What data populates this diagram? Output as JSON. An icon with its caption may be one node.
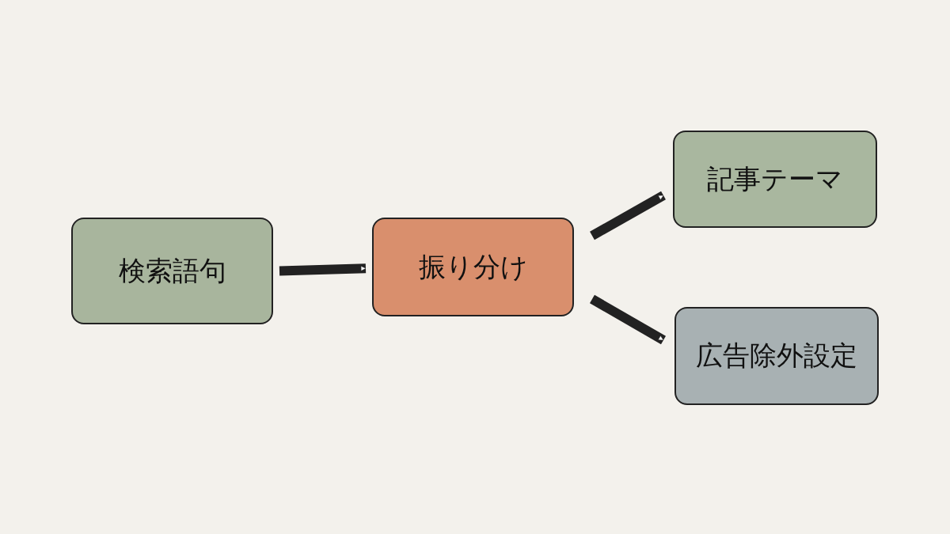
{
  "diagram": {
    "nodes": [
      {
        "text": [
          "検索語句"
        ]
      },
      {
        "text": [
          "振り分け"
        ]
      },
      {
        "text": [
          "記事テーマ"
        ]
      },
      {
        "text": [
          "広告除外設定"
        ]
      }
    ],
    "edges": [
      {
        "from": 0,
        "to": 1,
        "arrow": "to"
      },
      {
        "from": 1,
        "to": 2,
        "arrow": "to"
      },
      {
        "from": 1,
        "to": 3,
        "arrow": "to"
      }
    ]
  }
}
